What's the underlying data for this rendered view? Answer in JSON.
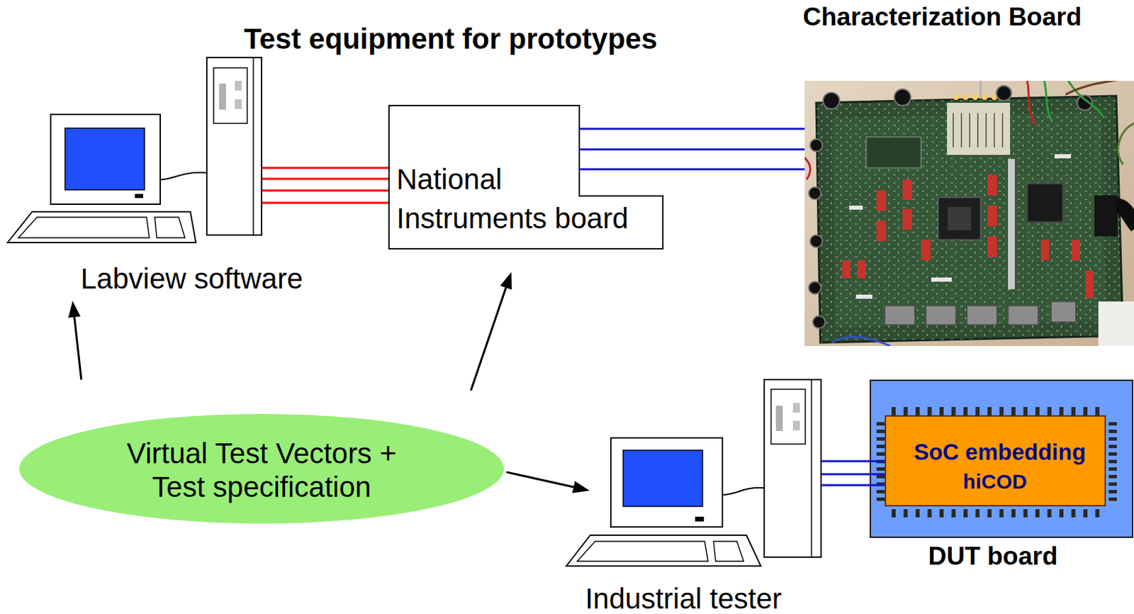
{
  "diagram": {
    "title": "Test equipment for prototypes",
    "nodes": [
      {
        "text": [
          "Labview software"
        ]
      },
      {
        "text": [
          "National Instruments board"
        ]
      },
      {
        "text": [
          "Characterization Board"
        ]
      },
      {
        "text": [
          "Virtual Test Vectors + Test specification"
        ]
      },
      {
        "text": [
          "Industrial tester"
        ]
      },
      {
        "text": [
          "DUT board"
        ]
      },
      {
        "text": [
          "SoC embedding",
          "hiCOD"
        ],
        "in": 5
      }
    ],
    "edges": [
      {
        "from": 0,
        "to": 1,
        "arrow": "none"
      },
      {
        "from": 0,
        "to": 1,
        "arrow": "none"
      },
      {
        "from": 0,
        "to": 1,
        "arrow": "none"
      },
      {
        "from": 0,
        "to": 1,
        "arrow": "none"
      },
      {
        "from": 1,
        "to": 2,
        "arrow": "none"
      },
      {
        "from": 1,
        "to": 2,
        "arrow": "none"
      },
      {
        "from": 1,
        "to": 2,
        "arrow": "none"
      },
      {
        "from": 3,
        "to": 0,
        "arrow": "to"
      },
      {
        "from": 3,
        "to": 1,
        "arrow": "to"
      },
      {
        "from": 3,
        "to": 4,
        "arrow": "to"
      },
      {
        "from": 4,
        "to": 6,
        "arrow": "none"
      },
      {
        "from": 4,
        "to": 6,
        "arrow": "none"
      },
      {
        "from": 4,
        "to": 6,
        "arrow": "none"
      }
    ]
  }
}
